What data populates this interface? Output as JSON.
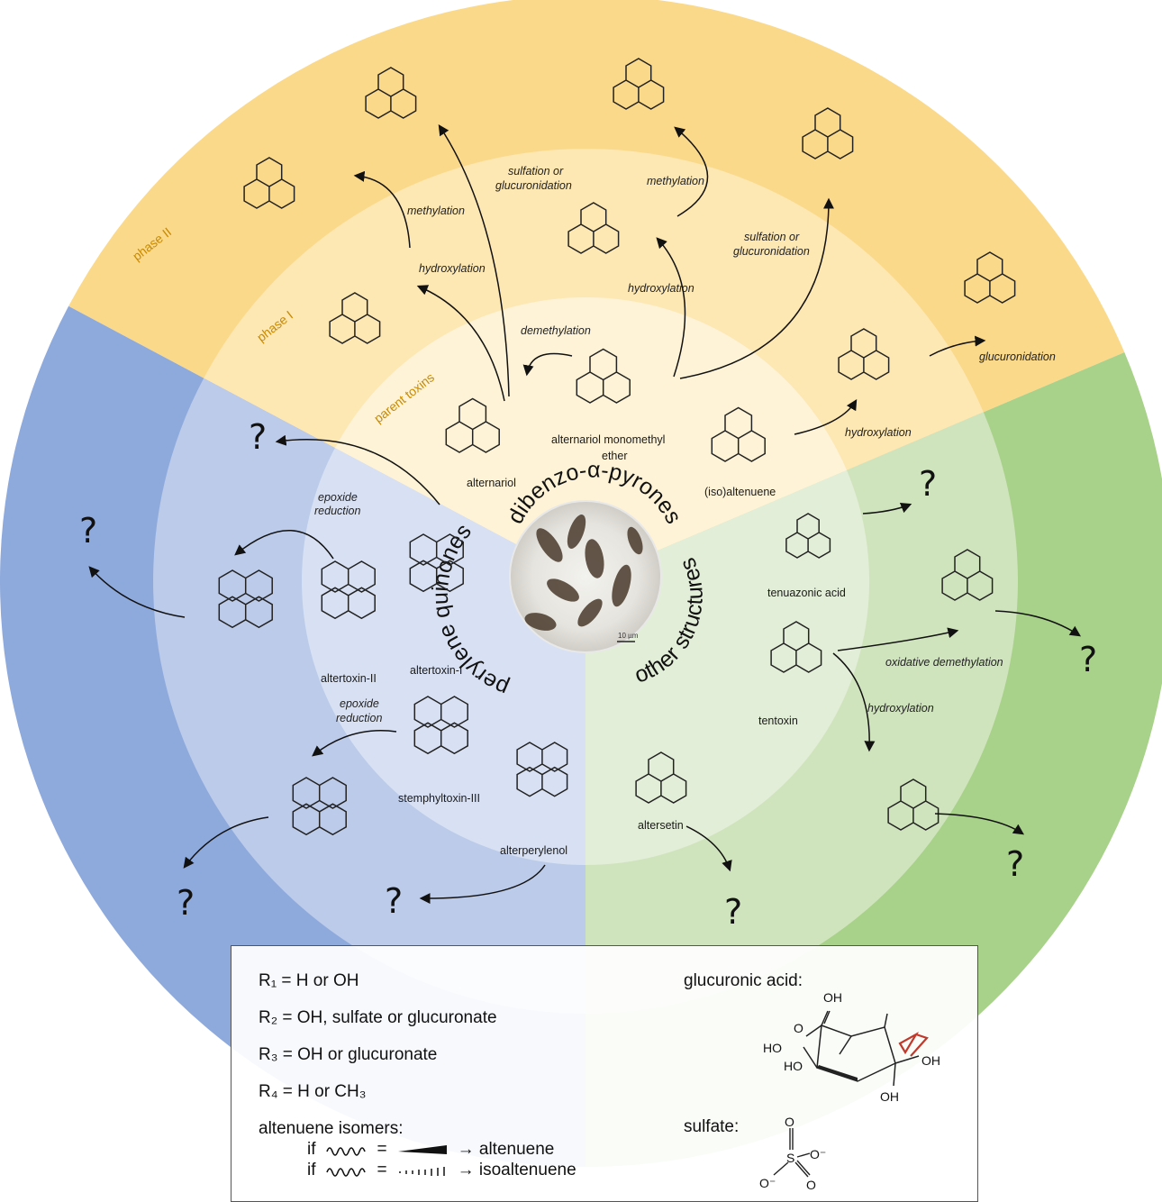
{
  "center": {
    "title_top": "dibenzo-α-pyrones",
    "title_left": "perylene quinones",
    "title_right": "other structures",
    "scale_label": "10 µm"
  },
  "rings": {
    "parent": "parent toxins",
    "phase1": "phase I",
    "phase2": "phase II"
  },
  "compounds": {
    "alternariol": "alternariol",
    "ame_line1": "alternariol monomethyl",
    "ame_line2": "ether",
    "isoaltenuene": "(iso)altenuene",
    "altertoxin1": "altertoxin-I",
    "altertoxin2": "altertoxin-II",
    "stemphyltoxin3": "stemphyltoxin-III",
    "alterperylenol": "alterperylenol",
    "tenuazonic": "tenuazonic acid",
    "tentoxin": "tentoxin",
    "altersetin": "altersetin"
  },
  "reactions": {
    "demethylation": "demethylation",
    "hydroxylation_a": "hydroxylation",
    "hydroxylation_b": "hydroxylation",
    "hydroxylation_c": "hydroxylation",
    "hydroxylation_d": "hydroxylation",
    "methylation_a": "methylation",
    "methylation_b": "methylation",
    "sulf_a1": "sulfation or",
    "sulf_a2": "glucuronidation",
    "sulf_b1": "sulfation or",
    "sulf_b2": "glucuronidation",
    "glucuronidation": "glucuronidation",
    "epox_a1": "epoxide",
    "epox_a2": "reduction",
    "epox_b1": "epoxide",
    "epox_b2": "reduction",
    "oxdemeth": "oxidative demethylation"
  },
  "unknown_mark": "?",
  "legend": {
    "r1": "R₁ = H or OH",
    "r2": "R₂ = OH, sulfate or glucuronate",
    "r3": "R₃ = OH or glucuronate",
    "r4": "R₄ = H or CH₃",
    "isomers_title": "altenuene  isomers:",
    "if1": "if",
    "if2": "if",
    "eq1": "=",
    "eq2": "=",
    "iso1": "→ altenuene",
    "iso2": "→ isoaltenuene",
    "glucuronic_title": "glucuronic  acid:",
    "sulfate_title": "sulfate:",
    "gl_oh1": "OH",
    "gl_o": "O",
    "gl_ho1": "HO",
    "gl_ho2": "HO",
    "gl_oh2": "OH",
    "gl_oh3": "OH",
    "su_o1": "O",
    "su_s": "S",
    "su_o2": "O⁻",
    "su_o3": "O⁻",
    "su_o4": "O"
  },
  "colors": {
    "yellow_outer": "#fbd98a",
    "yellow_mid": "#fde7b3",
    "yellow_inner": "#fef3d6",
    "blue_outer": "#8eaadc",
    "blue_mid": "#bccbe9",
    "blue_inner": "#d8e1f3",
    "green_outer": "#a8d18a",
    "green_mid": "#cfe4bd",
    "green_inner": "#e2eed7"
  }
}
